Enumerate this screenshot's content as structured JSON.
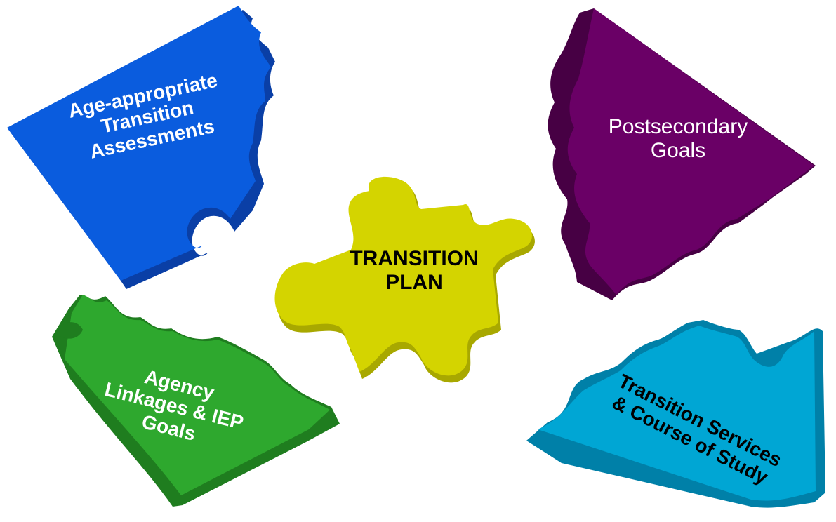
{
  "pieces": {
    "assessments": {
      "lines": [
        "Age-appropriate",
        "Transition",
        "Assessments"
      ],
      "color": "#0a5cde",
      "side_color": "#0a3fa6",
      "text_color": "#ffffff"
    },
    "postsecondary": {
      "lines": [
        "Postsecondary",
        "Goals"
      ],
      "color": "#6a0066",
      "side_color": "#470044",
      "text_color": "#ffffff"
    },
    "center": {
      "lines": [
        "TRANSITION",
        "PLAN"
      ],
      "color": "#d4d400",
      "side_color": "#a8a800",
      "text_color": "#000000"
    },
    "agency": {
      "lines": [
        "Agency",
        "Linkages & IEP",
        "Goals"
      ],
      "color": "#2ea82e",
      "side_color": "#1f7d1f",
      "text_color": "#ffffff"
    },
    "services": {
      "lines": [
        "Transition Services",
        "& Course of Study"
      ],
      "color": "#00a6d4",
      "side_color": "#0080a8",
      "text_color": "#000000"
    }
  }
}
